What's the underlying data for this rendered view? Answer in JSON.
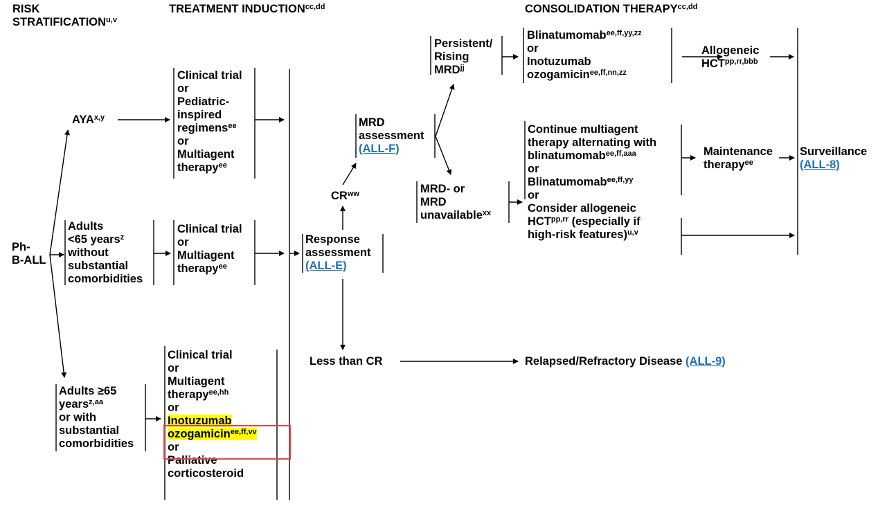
{
  "headers": {
    "risk_line1": "RISK",
    "risk_line2": "STRATIFICATION",
    "risk_sup": "u,v",
    "induction": "TREATMENT INDUCTION",
    "induction_sup": "cc,dd",
    "consolidation": "CONSOLIDATION THERAPY",
    "consolidation_sup": "cc,dd"
  },
  "start": {
    "line1": "Ph-",
    "line2": "B-ALL"
  },
  "aya": {
    "label": "AYA",
    "sup": "x,y"
  },
  "adults_under65": {
    "l1": "Adults",
    "l2": "<65 years",
    "l2_sup": "z",
    "l3": "without",
    "l4": "substantial",
    "l5": "comorbidities"
  },
  "adults_over65": {
    "l1": "Adults ≥65",
    "l2": "years",
    "l2_sup": "z,aa",
    "l3": "or with",
    "l4": "substantial",
    "l5": "comorbidities"
  },
  "aya_options": {
    "l1": "Clinical trial",
    "l2": "or",
    "l3": "Pediatric-",
    "l4": "inspired",
    "l5": "regimens",
    "l5_sup": "ee",
    "l6": "or",
    "l7": "Multiagent",
    "l8": "therapy",
    "l8_sup": "ee"
  },
  "adult_options": {
    "l1": "Clinical trial",
    "l2": "or",
    "l3": "Multiagent",
    "l4": "therapy",
    "l4_sup": "ee"
  },
  "older_options": {
    "l1": "Clinical trial",
    "l2": "or",
    "l3": "Multiagent",
    "l4": "therapy",
    "l4_sup": "ee,hh",
    "l5": "or",
    "l6": "Inotuzumab",
    "l7": "ozogamicin",
    "l7_sup": "ee,ff,vv",
    "l8": "or",
    "l9": "Palliative",
    "l10": "corticosteroid"
  },
  "response": {
    "l1": "Response",
    "l2": "assessment",
    "link": "(ALL-E)"
  },
  "cr": {
    "label": "CR",
    "sup": "ww"
  },
  "less_than_cr": "Less than CR",
  "relapsed": {
    "label": "Relapsed/Refractory Disease",
    "link": "(ALL-9)"
  },
  "mrd_assessment": {
    "l1": "MRD",
    "l2": "assessment",
    "link": "(ALL-F)"
  },
  "persistent": {
    "l1": "Persistent/",
    "l2": "Rising",
    "l3": "MRD",
    "l3_sup": "jj"
  },
  "mrd_neg": {
    "l1": "MRD- or",
    "l2": "MRD",
    "l3": "unavailable",
    "l3_sup": "xx"
  },
  "persistent_tx": {
    "l1": "Blinatumomab",
    "l1_sup": "ee,ff,yy,zz",
    "l2": "or",
    "l3": "Inotuzumab",
    "l4": "ozogamicin",
    "l4_sup": "ee,ff,nn,zz"
  },
  "allo1": {
    "l1": "Allogeneic",
    "l2": "HCT",
    "l2_sup": "pp,rr,bbb"
  },
  "neg_tx": {
    "l1": "Continue multiagent",
    "l2": "therapy alternating with",
    "l3": "blinatumomab",
    "l3_sup": "ee,ff,aaa",
    "l4": "or",
    "l5": "Blinatumomab",
    "l5_sup": "ee,ff,yy",
    "l6": "or",
    "l7": "Consider allogeneic",
    "l8a": "HCT",
    "l8_sup": "pp,rr",
    "l8b": " (especially if",
    "l9": "high-risk features)",
    "l9_sup": "u,v"
  },
  "maintenance": {
    "l1": "Maintenance",
    "l2": "therapy",
    "l2_sup": "ee"
  },
  "surveillance": {
    "label": "Surveillance",
    "link": "(ALL-8)"
  },
  "colors": {
    "link": "#1f6fb5",
    "highlight": "#ffff00",
    "box": "#e0474c"
  }
}
